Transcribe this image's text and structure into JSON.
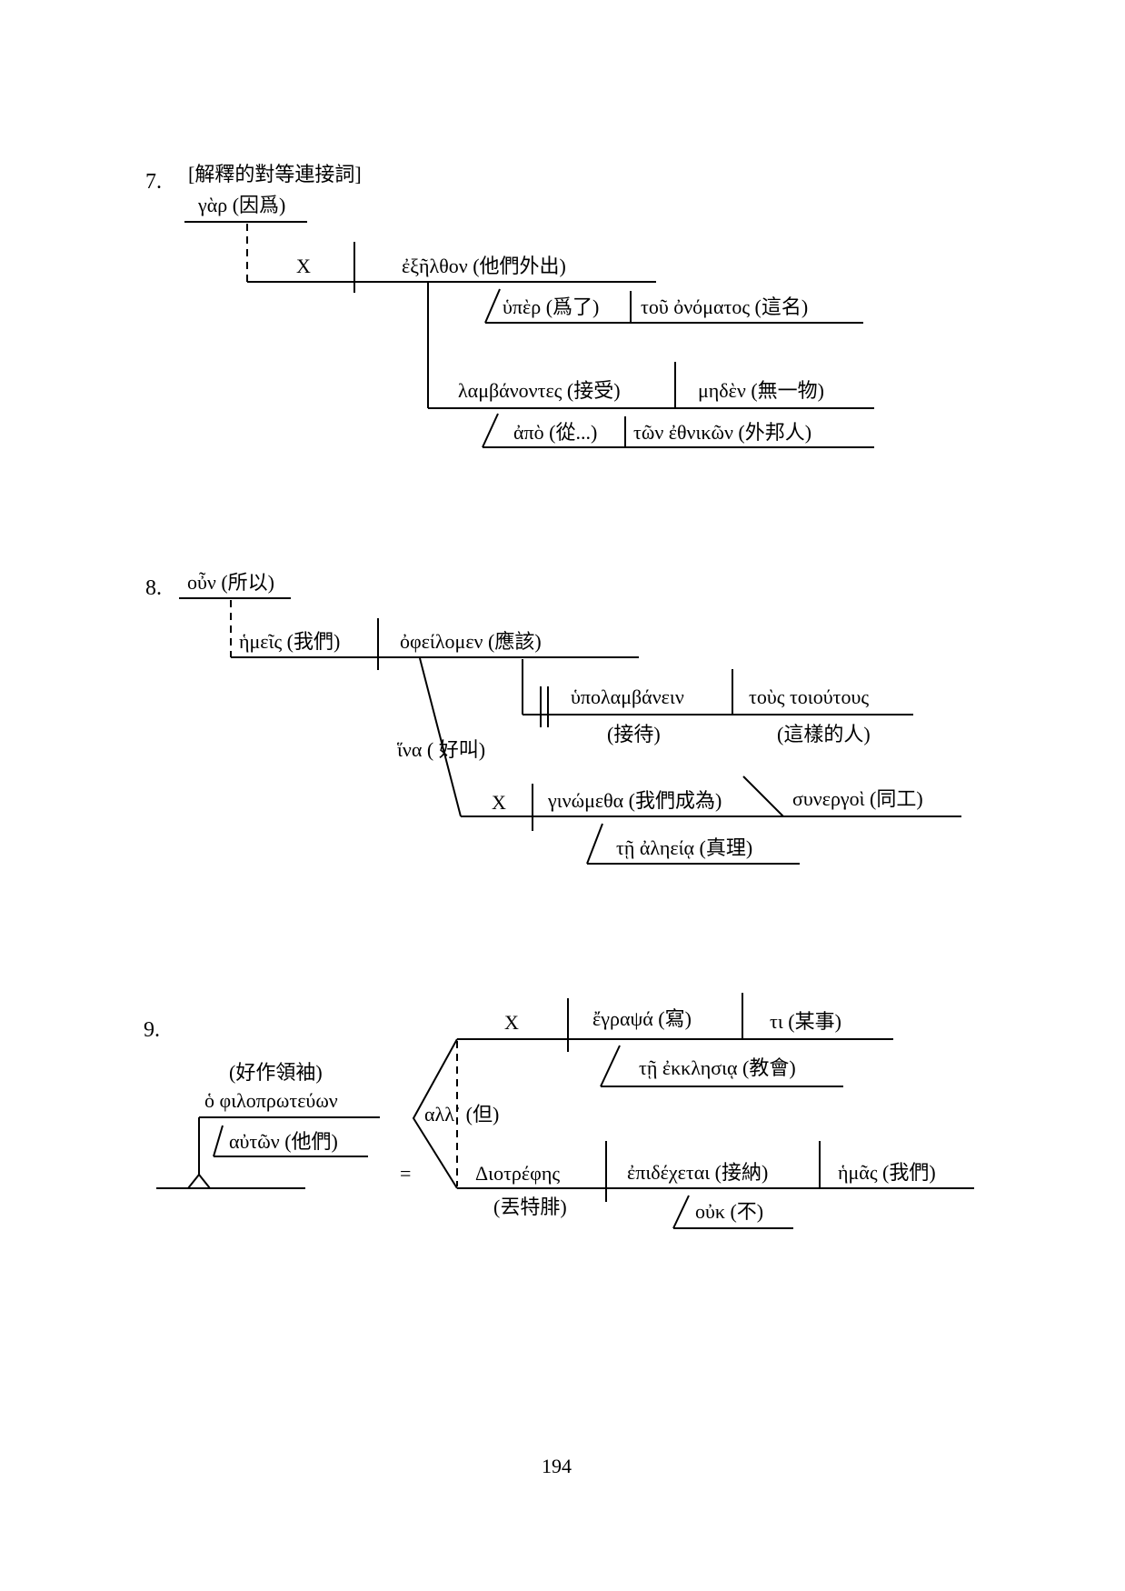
{
  "diagram7": {
    "number": "7.",
    "note": "[解釋的對等連接詞]",
    "conj": "γὰρ (因爲)",
    "subject": "X",
    "verb": "ἐξῆλθον (他們外出)",
    "prep1": "ὑπὲρ (爲了)",
    "obj1": "τοῦ ὀνόματος (這名)",
    "participle": "λαμβάνοντες (接受)",
    "participle_obj": "μηδὲν (無一物)",
    "prep2": "ἀπὸ (從...)",
    "obj2": "τῶν ἐθνικῶν (外邦人)"
  },
  "diagram8": {
    "number": "8.",
    "conj": "οὖν (所以)",
    "subject": "ἡμεῖς (我們)",
    "verb": "ὀφείλομεν (應該)",
    "infinitive": "ὑπολαμβάνειν",
    "infinitive_gloss": "(接待)",
    "inf_obj": "τοὺς τοιούτους",
    "inf_obj_gloss": "(這樣的人)",
    "hina": "ἵνα ( 好叫)",
    "sub_subject": "X",
    "sub_verb": "γινώμεθα (我們成為)",
    "predicate": "συνεργοὶ (同工)",
    "dative": "τῇ ἀληείᾳ (真理)"
  },
  "diagram9": {
    "number": "9.",
    "gloss_top": "(好作領袖)",
    "participle": "ὁ φιλοπρωτεύων",
    "genitive": "αὐτῶν (他們)",
    "equals": "=",
    "conj": "αλλ᾽ (但)",
    "clause1_subject": "X",
    "clause1_verb": "ἔγραψά (寫)",
    "clause1_obj": "τι (某事)",
    "clause1_dative": "τῇ ἐκκλησιᾳ (教會)",
    "clause2_subject": "Διοτρέφης",
    "clause2_subject_gloss": "(丟特腓)",
    "clause2_verb": "ἐπιδέχεται (接納)",
    "clause2_obj": "ἡμᾶς (我們)",
    "clause2_neg": "οὐκ (不)"
  },
  "page_number": "194"
}
